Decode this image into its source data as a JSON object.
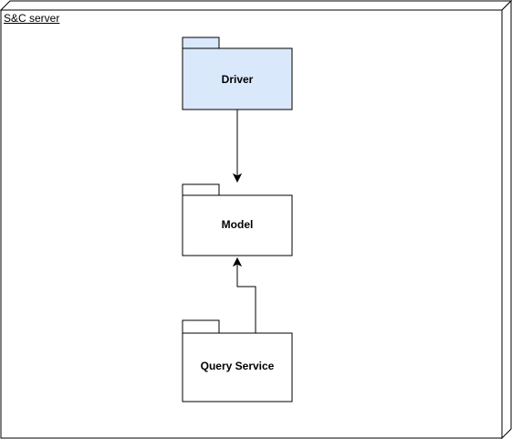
{
  "diagram": {
    "node": {
      "label": "S&C server"
    },
    "packages": {
      "driver": {
        "label": "Driver",
        "fill": "#dae8fc",
        "stroke": "#000000"
      },
      "model": {
        "label": "Model",
        "fill": "#ffffff",
        "stroke": "#000000"
      },
      "query_service": {
        "label": "Query Service",
        "fill": "#ffffff",
        "stroke": "#000000"
      }
    },
    "edges": [
      {
        "from": "Driver",
        "to": "Model"
      },
      {
        "from": "Query Service",
        "to": "Model"
      }
    ]
  }
}
